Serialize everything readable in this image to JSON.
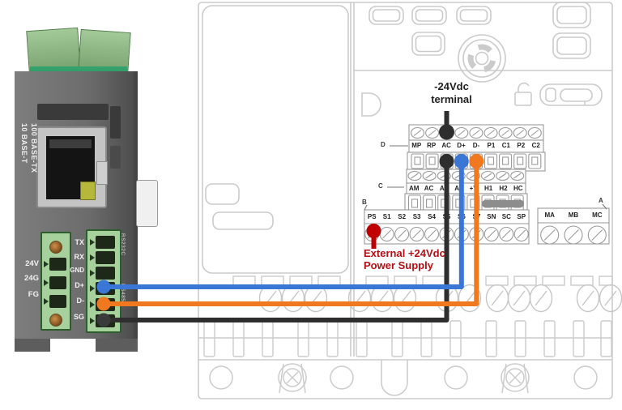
{
  "module": {
    "eth_standard_1": "10 BASE-T",
    "eth_standard_2": "100 BASE-TX",
    "power_terminals": [
      "24V",
      "24G",
      "FG"
    ],
    "serial_terminals": [
      "TX",
      "RX",
      "GND",
      "D+",
      "D-",
      "SG"
    ],
    "port_group_1": "RS232C",
    "port_group_2": "RS485"
  },
  "drive": {
    "rows": {
      "d": {
        "label": "D",
        "terminals": [
          "MP",
          "RP",
          "AC",
          "D+",
          "D-",
          "P1",
          "C1",
          "P2",
          "C2"
        ]
      },
      "c": {
        "label": "C",
        "terminals": [
          "AM",
          "AC",
          "A1",
          "A2",
          "+V",
          "H1",
          "H2",
          "HC"
        ]
      },
      "b": {
        "label": "B",
        "terminals": [
          "PS",
          "S1",
          "S2",
          "S3",
          "S4",
          "S5",
          "S6",
          "S7",
          "SN",
          "SC",
          "SP"
        ]
      },
      "a": {
        "label": "A",
        "terminals": [
          "MA",
          "MB",
          "MC"
        ]
      }
    }
  },
  "annotations": {
    "neg24_terminal": {
      "line1": "-24Vdc",
      "line2": "terminal",
      "color": "#1f1f1f"
    },
    "ext_supply": {
      "line1": "External +24Vdc",
      "line2": "Power Supply",
      "color": "#b50e14"
    }
  },
  "wires": {
    "d_plus": {
      "color": "#3a76d6",
      "from": "module D+",
      "to": "drive D+"
    },
    "d_minus": {
      "color": "#f0791f",
      "from": "module D-",
      "to": "drive D-"
    },
    "sg_ac": {
      "color": "#2e2e2e",
      "from": "module SG",
      "to": "drive AC"
    },
    "ps": {
      "color": "#c00000",
      "terminal": "PS"
    }
  },
  "colors": {
    "drive_line_art": "#cbcbcb",
    "terminal_hardware": "#9a9a9a",
    "module_green": "#2f9d68",
    "terminal_block_green": "#a6d19c"
  }
}
